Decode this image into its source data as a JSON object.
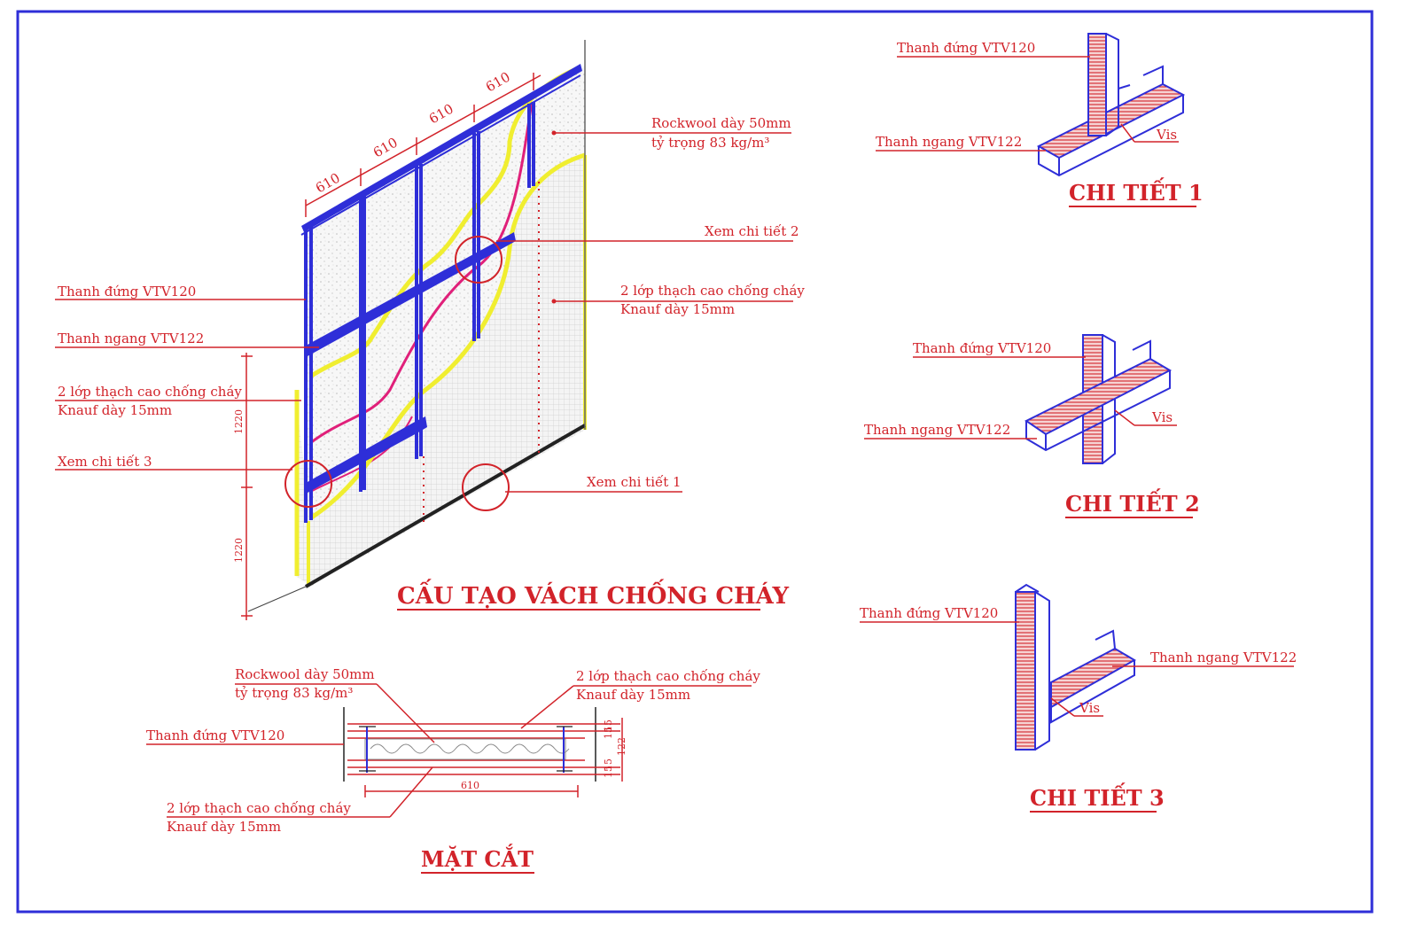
{
  "main_title": "CẤU TẠO VÁCH CHỐNG CHÁY",
  "section_title": "MẶT CẮT",
  "iso": {
    "dims_top": [
      "610",
      "610",
      "610",
      "610"
    ],
    "dims_left": [
      "1220",
      "1220"
    ],
    "labels": {
      "rockwool_1": "Rockwool dày 50mm",
      "rockwool_2": "tỷ trọng 83 kg/m³",
      "xem_ct2": "Xem chi tiết 2",
      "gypsum_r1": "2 lớp thạch cao chống cháy",
      "gypsum_r2": "Knauf dày 15mm",
      "stud": "Thanh đứng VTV120",
      "track": "Thanh ngang VTV122",
      "gypsum_l1": "2 lớp thạch cao chống cháy",
      "gypsum_l2": "Knauf dày 15mm",
      "xem_ct3": "Xem chi tiết 3",
      "xem_ct1": "Xem chi tiết 1"
    }
  },
  "section": {
    "rockwool_1": "Rockwool dày 50mm",
    "rockwool_2": "tỷ trọng 83 kg/m³",
    "gypsum_top1": "2 lớp thạch cao chống cháy",
    "gypsum_top2": "Knauf dày 15mm",
    "stud": "Thanh đứng VTV120",
    "gypsum_bot1": "2 lớp thạch cao chống cháy",
    "gypsum_bot2": "Knauf dày 15mm",
    "dim_610": "610",
    "dim_right": [
      "15",
      "15",
      "122",
      "15",
      "15"
    ]
  },
  "detail1": {
    "title": "CHI TIẾT 1",
    "stud": "Thanh đứng VTV120",
    "track": "Thanh ngang VTV122",
    "vis": "Vis"
  },
  "detail2": {
    "title": "CHI TIẾT 2",
    "stud": "Thanh đứng VTV120",
    "track": "Thanh ngang VTV122",
    "vis": "Vis"
  },
  "detail3": {
    "title": "CHI TIẾT 3",
    "stud": "Thanh đứng VTV120",
    "track": "Thanh ngang VTV122",
    "vis": "Vis"
  },
  "colors": {
    "frame": "#2e2ed8",
    "label": "#d2232a",
    "board": "#f0ee30",
    "insulation": "#e0207a"
  }
}
